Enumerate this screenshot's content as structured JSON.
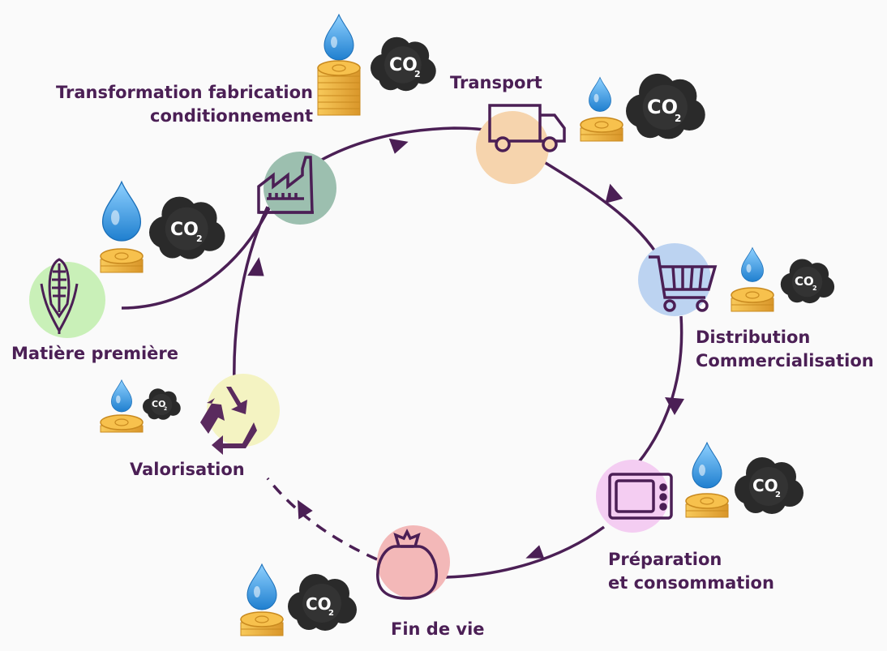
{
  "stages": {
    "matiere": {
      "label": "Matière première",
      "icon": "corn-icon",
      "color": "#c9f0b8"
    },
    "transformation": {
      "label_line1": "Transformation fabrication",
      "label_line2": "conditionnement",
      "icon": "factory-icon",
      "color": "#9cbfaf"
    },
    "transport": {
      "label": "Transport",
      "icon": "truck-icon",
      "color": "#f6d4ad"
    },
    "distribution": {
      "label_line1": "Distribution",
      "label_line2": "Commercialisation",
      "icon": "cart-icon",
      "color": "#bcd3f1"
    },
    "preparation": {
      "label_line1": "Préparation",
      "label_line2": "et consommation",
      "icon": "microwave-icon",
      "color": "#f4cdf2"
    },
    "fin_de_vie": {
      "label": "Fin de vie",
      "icon": "trash-bag-icon",
      "color": "#f3b8b8"
    },
    "valorisation": {
      "label": "Valorisation",
      "icon": "recycle-icon",
      "color": "#f4f3c2"
    }
  },
  "impact_badge": {
    "co2_main": "CO",
    "co2_sub": "2"
  },
  "colors": {
    "line": "#4b1f55",
    "water": "#3f9be0",
    "coin": "#f3b43c",
    "cloud": "#2e2e2e"
  }
}
